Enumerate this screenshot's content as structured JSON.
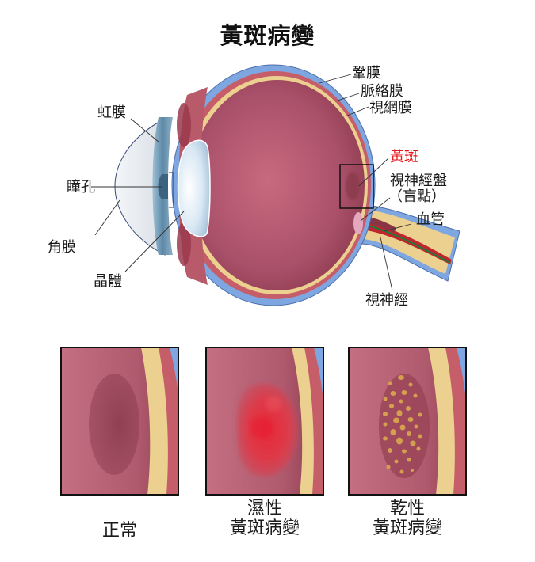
{
  "title": "黃斑病變",
  "eye_labels": {
    "sclera": "鞏膜",
    "choroid": "脈絡膜",
    "retina": "視網膜",
    "macula": "黃斑",
    "optic_disc": "視神經盤",
    "blind_spot": "（盲點）",
    "blood_vessel": "血管",
    "optic_nerve": "視神經",
    "iris": "虹膜",
    "pupil": "瞳孔",
    "cornea": "角膜",
    "lens": "晶體"
  },
  "panels": [
    {
      "id": "normal",
      "caption_line1": "",
      "caption_line2": "正常"
    },
    {
      "id": "wet",
      "caption_line1": "濕性",
      "caption_line2": "黃斑病變"
    },
    {
      "id": "dry",
      "caption_line1": "乾性",
      "caption_line2": "黃斑病變"
    }
  ],
  "colors": {
    "sclera": "#7ea6e0",
    "choroid": "#c65e6a",
    "retina": "#ecd08f",
    "vitreous": "#a54a5e",
    "macula_label": "#e8191e",
    "wet_lesion": "#e2323e",
    "dry_drusen": "#d4a050"
  }
}
